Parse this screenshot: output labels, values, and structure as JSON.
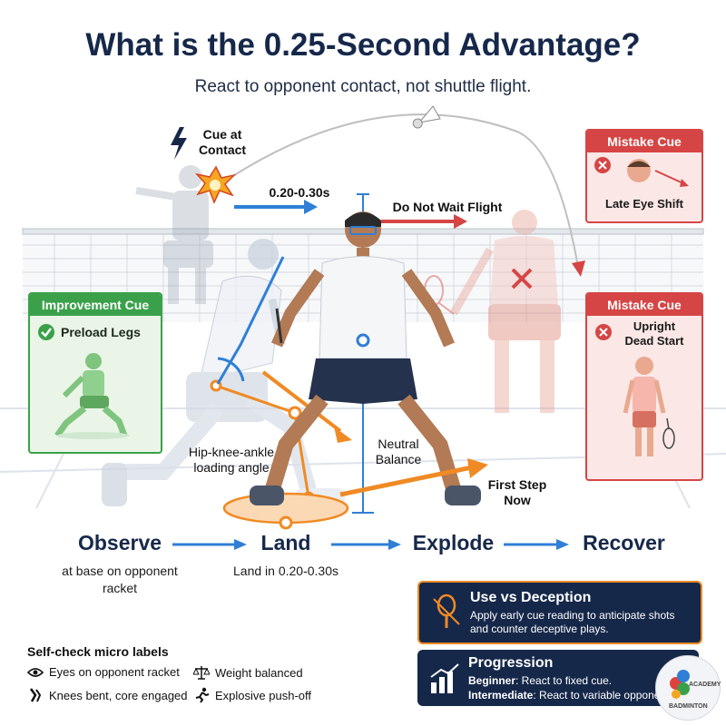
{
  "header": {
    "title": "What is the 0.25-Second Advantage?",
    "subtitle": "React to opponent contact, not shuttle flight."
  },
  "scene": {
    "cue_label": "Cue at Contact",
    "timing_label": "0.20-0.30s",
    "do_not_wait_label": "Do Not Wait Flight",
    "hip_knee_label": "Hip-knee-ankle loading angle",
    "neutral_label": "Neutral Balance",
    "first_step_label": "First Step Now"
  },
  "improvement_card": {
    "header": "Improvement Cue",
    "label": "Preload Legs"
  },
  "mistake_card_1": {
    "header": "Mistake Cue",
    "label": "Late Eye Shift"
  },
  "mistake_card_2": {
    "header": "Mistake Cue",
    "label": "Upright Dead Start"
  },
  "stages": [
    {
      "name": "Observe",
      "sub": "at base on opponent racket"
    },
    {
      "name": "Land",
      "sub": "Land in 0.20-0.30s"
    },
    {
      "name": "Explode",
      "sub": ""
    },
    {
      "name": "Recover",
      "sub": ""
    }
  ],
  "use_vs_deception": {
    "title": "Use vs Deception",
    "text": "Apply early cue reading to anticipate shots and counter deceptive plays."
  },
  "progression": {
    "title": "Progression",
    "beginner_label": "Beginner",
    "beginner_text": ": React to fixed cue.",
    "intermediate_label": "Intermediate",
    "intermediate_text": ": React to variable opponen"
  },
  "self_check": {
    "title": "Self-check micro labels",
    "items": [
      {
        "icon": "eye-icon",
        "label": "Eyes on opponent racket"
      },
      {
        "icon": "scale-icon",
        "label": "Weight balanced"
      },
      {
        "icon": "knee-icon",
        "label": "Knees bent, core engaged"
      },
      {
        "icon": "runner-icon",
        "label": "Explosive push-off"
      }
    ]
  },
  "logo": {
    "text_top": "ACADEMY",
    "text_bottom": "BADMINTON"
  },
  "colors": {
    "navy": "#16284a",
    "blue_arrow": "#2f7fd6",
    "orange": "#f08a24",
    "mistake_red": "#d64545",
    "improve_green": "#3aa14a",
    "cue_star": "#f5a623"
  }
}
